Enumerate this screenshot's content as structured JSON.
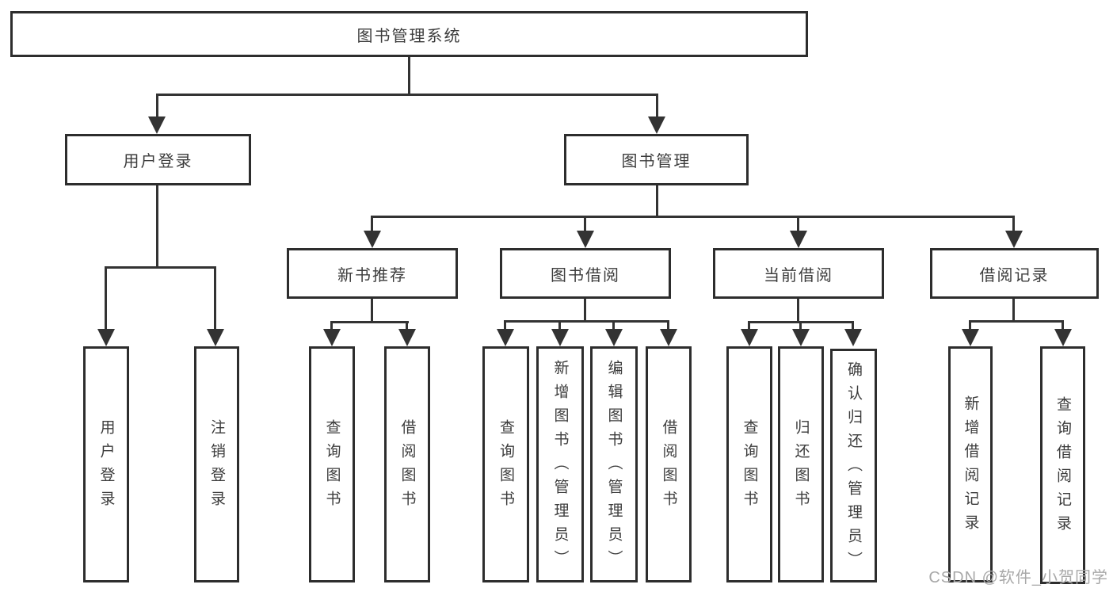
{
  "diagram": {
    "root": "图书管理系统",
    "level2": {
      "user_login": "用户登录",
      "book_management": "图书管理"
    },
    "level3": {
      "new_book_recommend": "新书推荐",
      "book_borrowing": "图书借阅",
      "current_borrowing": "当前借阅",
      "borrowing_records": "借阅记录"
    },
    "leaves": {
      "user_login_children": [
        "用户登录",
        "注销登录"
      ],
      "new_book_children": [
        "查询图书",
        "借阅图书"
      ],
      "book_borrowing_children": [
        "查询图书",
        "新增图书（管理员）",
        "编辑图书（管理员）",
        "借阅图书"
      ],
      "current_borrowing_children": [
        "查询图书",
        "归还图书",
        "确认归还（管理员）"
      ],
      "records_children": [
        "新增借阅记录",
        "查询借阅记录"
      ]
    },
    "watermark": "CSDN @软件_小贺同学",
    "colors": {
      "line": "#333333",
      "box_border": "#2d2d2d",
      "text": "#3c3c3c",
      "watermark": "#a8a8a8",
      "background": "#ffffff"
    }
  }
}
